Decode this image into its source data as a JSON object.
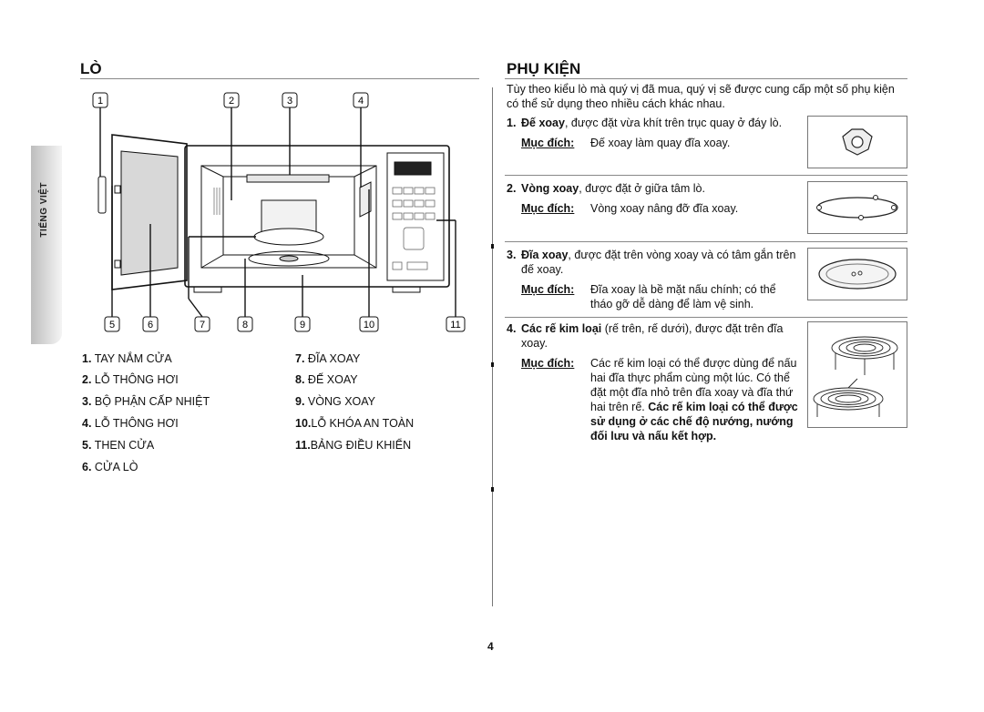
{
  "side_tab": "TIẾNG VIỆT",
  "left": {
    "title": "LÒ",
    "callouts_top": [
      "1",
      "2",
      "3",
      "4"
    ],
    "callouts_bottom": [
      "5",
      "6",
      "7",
      "8",
      "9",
      "10",
      "11"
    ],
    "parts": [
      {
        "num": "1.",
        "label": "TAY NẮM CỬA"
      },
      {
        "num": "2.",
        "label": "LỖ THÔNG HƠI"
      },
      {
        "num": "3.",
        "label": "BỘ PHẬN CẤP NHIỆT"
      },
      {
        "num": "4.",
        "label": "LỖ THÔNG HƠI"
      },
      {
        "num": "5.",
        "label": "THEN CỬA"
      },
      {
        "num": "6.",
        "label": "CỬA LÒ"
      },
      {
        "num": "7.",
        "label": "ĐĨA XOAY"
      },
      {
        "num": "8.",
        "label": "ĐẾ XOAY"
      },
      {
        "num": "9.",
        "label": "VÒNG XOAY"
      },
      {
        "num": "10.",
        "label": "LỖ KHÓA AN TOÀN"
      },
      {
        "num": "11.",
        "label": "BẢNG ĐIỀU KHIỂN"
      }
    ]
  },
  "right": {
    "title": "PHỤ KIỆN",
    "intro": "Tùy theo kiểu lò mà quý vị đã mua, quý vị sẽ được cung cấp một số phụ kiện có thể sử dụng theo nhiều cách khác nhau.",
    "purpose_label": "Mục đích:",
    "accessories": [
      {
        "num": "1.",
        "name": "Đế xoay",
        "text": ", được đặt vừa khít trên trục quay ở đáy lò.",
        "purpose": "Đế xoay làm quay đĩa xoay."
      },
      {
        "num": "2.",
        "name": "Vòng xoay",
        "text": ", được đặt ở giữa tâm lò.",
        "purpose": "Vòng xoay nâng đỡ đĩa xoay."
      },
      {
        "num": "3.",
        "name": "Đĩa xoay",
        "text": ", được đặt trên vòng xoay và có tâm gắn trên đế xoay.",
        "purpose": "Đĩa xoay là bề mặt nấu chính; có thể tháo gỡ dễ dàng để làm vệ sinh."
      },
      {
        "num": "4.",
        "name": "Các rế kim loại",
        "text": " (rế trên, rế dưới), được đặt trên đĩa xoay.",
        "purpose": "Các rế kim loại có thể được dùng để nấu hai đĩa thực phẩm cùng một lúc. Có thể đặt một đĩa nhỏ trên đĩa xoay và đĩa thứ hai trên rế. ",
        "purpose_bold": "Các rế kim loại có thể được sử dụng ở các chế độ nướng, nướng đối lưu và nấu kết hợp."
      }
    ]
  },
  "page_number": "4"
}
